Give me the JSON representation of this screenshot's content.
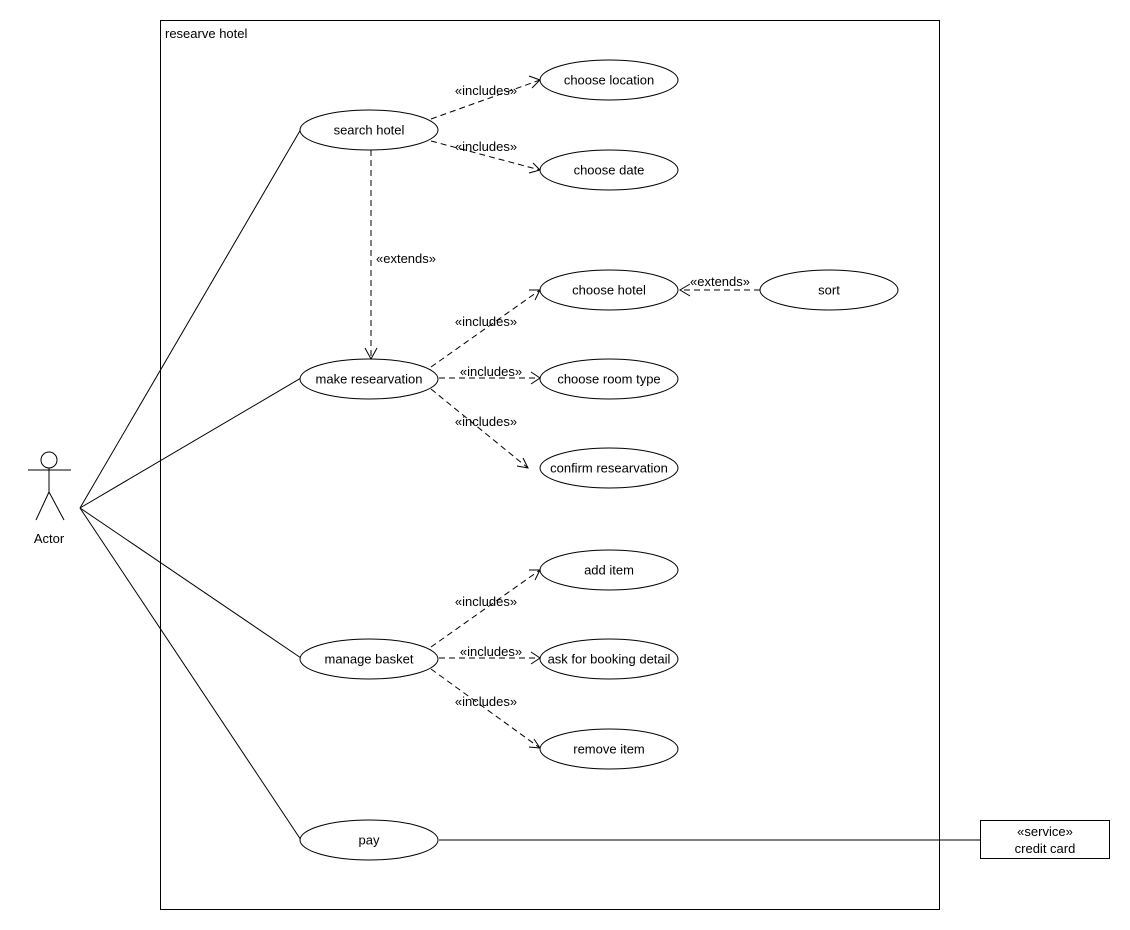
{
  "system": {
    "name": "researve hotel"
  },
  "actor": {
    "label": "Actor"
  },
  "use_cases": {
    "search_hotel": "search hotel",
    "choose_location": "choose location",
    "choose_date": "choose date",
    "make_reservation": "make researvation",
    "choose_hotel": "choose hotel",
    "sort": "sort",
    "choose_room_type": "choose room type",
    "confirm_reservation": "confirm researvation",
    "manage_basket": "manage basket",
    "add_item": "add item",
    "ask_booking_detail": "ask for booking detail",
    "remove_item": "remove item",
    "pay": "pay"
  },
  "stereotypes": {
    "includes": "«includes»",
    "extends": "«extends»"
  },
  "service": {
    "stereotype": "«service»",
    "name": "credit card"
  }
}
